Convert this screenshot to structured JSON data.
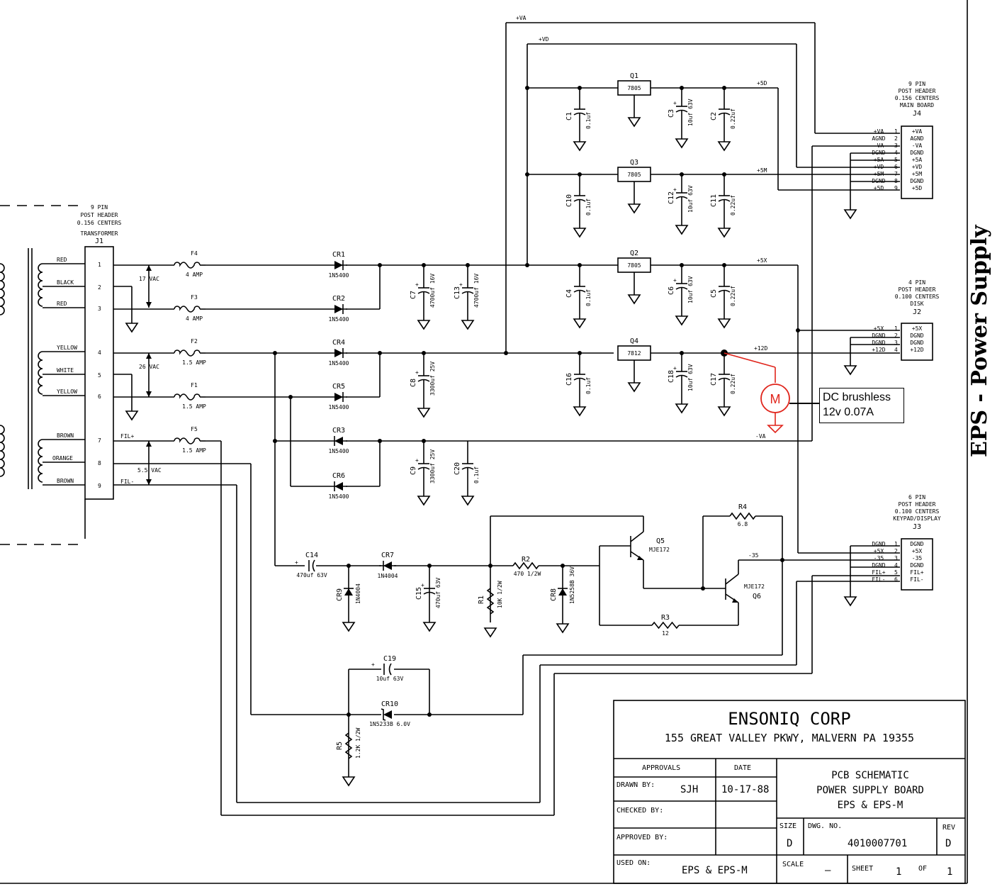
{
  "side_title": "EPS - Power Supply",
  "transformer": {
    "header": [
      "9 PIN",
      "POST HEADER",
      "0.156 CENTERS",
      "TRANSFORMER",
      "J1"
    ],
    "wires": [
      {
        "color": "RED",
        "pin": "1"
      },
      {
        "color": "BLACK",
        "pin": "2"
      },
      {
        "color": "RED",
        "pin": "3"
      },
      {
        "color": "YELLOW",
        "pin": "4"
      },
      {
        "color": "WHITE",
        "pin": "5"
      },
      {
        "color": "YELLOW",
        "pin": "6"
      },
      {
        "color": "BROWN",
        "pin": "7"
      },
      {
        "color": "ORANGE",
        "pin": "8"
      },
      {
        "color": "BROWN",
        "pin": "9"
      }
    ],
    "vac1": "17 VAC",
    "vac2": "26 VAC",
    "vac3": "5.5 VAC",
    "fil_plus": "FIL+",
    "fil_minus": "FIL-"
  },
  "fuses": [
    {
      "ref": "F4",
      "rating": "4 AMP"
    },
    {
      "ref": "F3",
      "rating": "4 AMP"
    },
    {
      "ref": "F2",
      "rating": "1.5 AMP"
    },
    {
      "ref": "F1",
      "rating": "1.5 AMP"
    },
    {
      "ref": "F5",
      "rating": "1.5 AMP"
    }
  ],
  "diodes": [
    {
      "ref": "CR1",
      "part": "1N5400"
    },
    {
      "ref": "CR2",
      "part": "1N5400"
    },
    {
      "ref": "CR4",
      "part": "1N5400"
    },
    {
      "ref": "CR5",
      "part": "1N5400"
    },
    {
      "ref": "CR3",
      "part": "1N5400"
    },
    {
      "ref": "CR6",
      "part": "1N5400"
    },
    {
      "ref": "CR7",
      "part": "1N4004"
    },
    {
      "ref": "CR9",
      "part": "1N4004"
    },
    {
      "ref": "CR8",
      "part": "1N5258B 36V"
    },
    {
      "ref": "CR10",
      "part": "1N5233B 6.0V"
    }
  ],
  "caps": [
    {
      "ref": "C7",
      "value": "4700uf 16V"
    },
    {
      "ref": "C13",
      "value": "4700uf 16V"
    },
    {
      "ref": "C8",
      "value": "3300uf 25V"
    },
    {
      "ref": "C9",
      "value": "3300uf 25V"
    },
    {
      "ref": "C20",
      "value": "0.1uf"
    },
    {
      "ref": "C1",
      "value": "0.1uf"
    },
    {
      "ref": "C3",
      "value": "10uf 63V"
    },
    {
      "ref": "C2",
      "value": "0.22uf"
    },
    {
      "ref": "C10",
      "value": "0.1uf"
    },
    {
      "ref": "C12",
      "value": "10uf 63V"
    },
    {
      "ref": "C11",
      "value": "0.22uf"
    },
    {
      "ref": "C4",
      "value": "0.1uf"
    },
    {
      "ref": "C6",
      "value": "10uf 63V"
    },
    {
      "ref": "C5",
      "value": "0.22uf"
    },
    {
      "ref": "C16",
      "value": "0.1uf"
    },
    {
      "ref": "C18",
      "value": "10uf 63V"
    },
    {
      "ref": "C17",
      "value": "0.22uf"
    },
    {
      "ref": "C14",
      "value": "470uf 63V"
    },
    {
      "ref": "C15",
      "value": "470uf 63V"
    },
    {
      "ref": "C19",
      "value": "10uf 63V"
    }
  ],
  "regulators": [
    {
      "ref": "Q1",
      "part": "7805",
      "out": "+5D"
    },
    {
      "ref": "Q3",
      "part": "7805",
      "out": "+5M"
    },
    {
      "ref": "Q2",
      "part": "7805",
      "out": "+5X"
    },
    {
      "ref": "Q4",
      "part": "7812",
      "out": "+12D"
    }
  ],
  "rails": {
    "va": "+VA",
    "vd": "+VD",
    "neg_va": "-VA",
    "neg35": "-35"
  },
  "resistors": [
    {
      "ref": "R1",
      "value": "10K 1/2W"
    },
    {
      "ref": "R2",
      "value": "470 1/2W"
    },
    {
      "ref": "R3",
      "value": "12"
    },
    {
      "ref": "R4",
      "value": "6.8"
    },
    {
      "ref": "R5",
      "value": "1.2K 1/2W"
    }
  ],
  "transistors": [
    {
      "ref": "Q5",
      "part": "MJE172"
    },
    {
      "ref": "Q6",
      "part": "MJE172"
    }
  ],
  "j4": {
    "header": [
      "9 PIN",
      "POST HEADER",
      "0.156 CENTERS",
      "MAIN BOARD",
      "J4"
    ],
    "pins": [
      "+VA",
      "AGND",
      "-VA",
      "DGND",
      "+5A",
      "+VD",
      "+5M",
      "DGND",
      "+5D"
    ]
  },
  "j2": {
    "header": [
      "4 PIN",
      "POST HEADER",
      "0.100 CENTERS",
      "DISK",
      "J2"
    ],
    "pins": [
      "+5X",
      "DGND",
      "DGND",
      "+12D"
    ]
  },
  "j3": {
    "header": [
      "6 PIN",
      "POST HEADER",
      "0.100 CENTERS",
      "KEYPAD/DISPLAY",
      "J3"
    ],
    "pins": [
      "DGND",
      "+5X",
      "-35",
      "DGND",
      "FIL+",
      "FIL-"
    ]
  },
  "motor": {
    "symbol": "M",
    "note_line1": "DC brushless",
    "note_line2": "12v 0.07A",
    "color": "#e0241b"
  },
  "title_block": {
    "company": "ENSONIQ CORP",
    "address": "155 GREAT VALLEY PKWY,  MALVERN PA  19355",
    "approvals": "APPROVALS",
    "date_hdr": "DATE",
    "drawn_by": "DRAWN BY:",
    "drawn_name": "SJH",
    "drawn_date": "10-17-88",
    "checked_by": "CHECKED BY:",
    "approved_by": "APPROVED BY:",
    "used_on": "USED ON:",
    "used_on_val": "EPS & EPS-M",
    "title1": "PCB SCHEMATIC",
    "title2": "POWER SUPPLY BOARD",
    "title3": "EPS & EPS-M",
    "size_hdr": "SIZE",
    "size": "D",
    "dwg_hdr": "DWG. NO.",
    "dwg": "4010007701",
    "rev_hdr": "REV",
    "rev": "D",
    "scale_hdr": "SCALE",
    "scale": "—",
    "sheet_hdr": "SHEET",
    "sheet": "1",
    "of": "OF",
    "sheets": "1"
  }
}
